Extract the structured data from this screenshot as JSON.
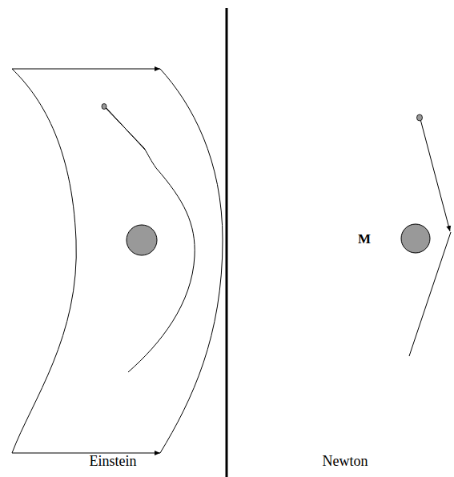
{
  "diagram": {
    "labels": [
      "M",
      "Einstein",
      "Newton"
    ]
  }
}
